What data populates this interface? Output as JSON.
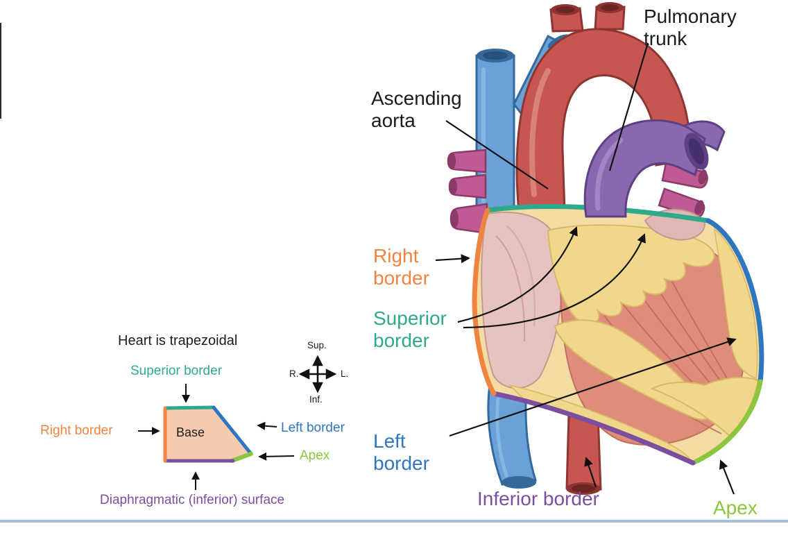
{
  "illustration": {
    "pulmonary_trunk": "Pulmonary trunk",
    "ascending_aorta": "Ascending aorta",
    "right_border": "Right border",
    "superior_border": "Superior border",
    "left_border": "Left border",
    "inferior_border": "Inferior border",
    "apex": "Apex"
  },
  "schematic": {
    "title": "Heart is trapezoidal",
    "superior_border": "Superior border",
    "right_border": "Right border",
    "left_border": "Left border",
    "apex": "Apex",
    "inferior_surface": "Diaphragmatic (inferior) surface",
    "base": "Base",
    "compass": {
      "up": "Sup.",
      "down": "Inf.",
      "left": "R.",
      "right": "L."
    }
  },
  "colors": {
    "orange": "#ef8440",
    "teal": "#2fa98c",
    "blue": "#2e77c0",
    "purple": "#7b4fa0",
    "green": "#8cc63e",
    "text": "#1b1b1b"
  }
}
